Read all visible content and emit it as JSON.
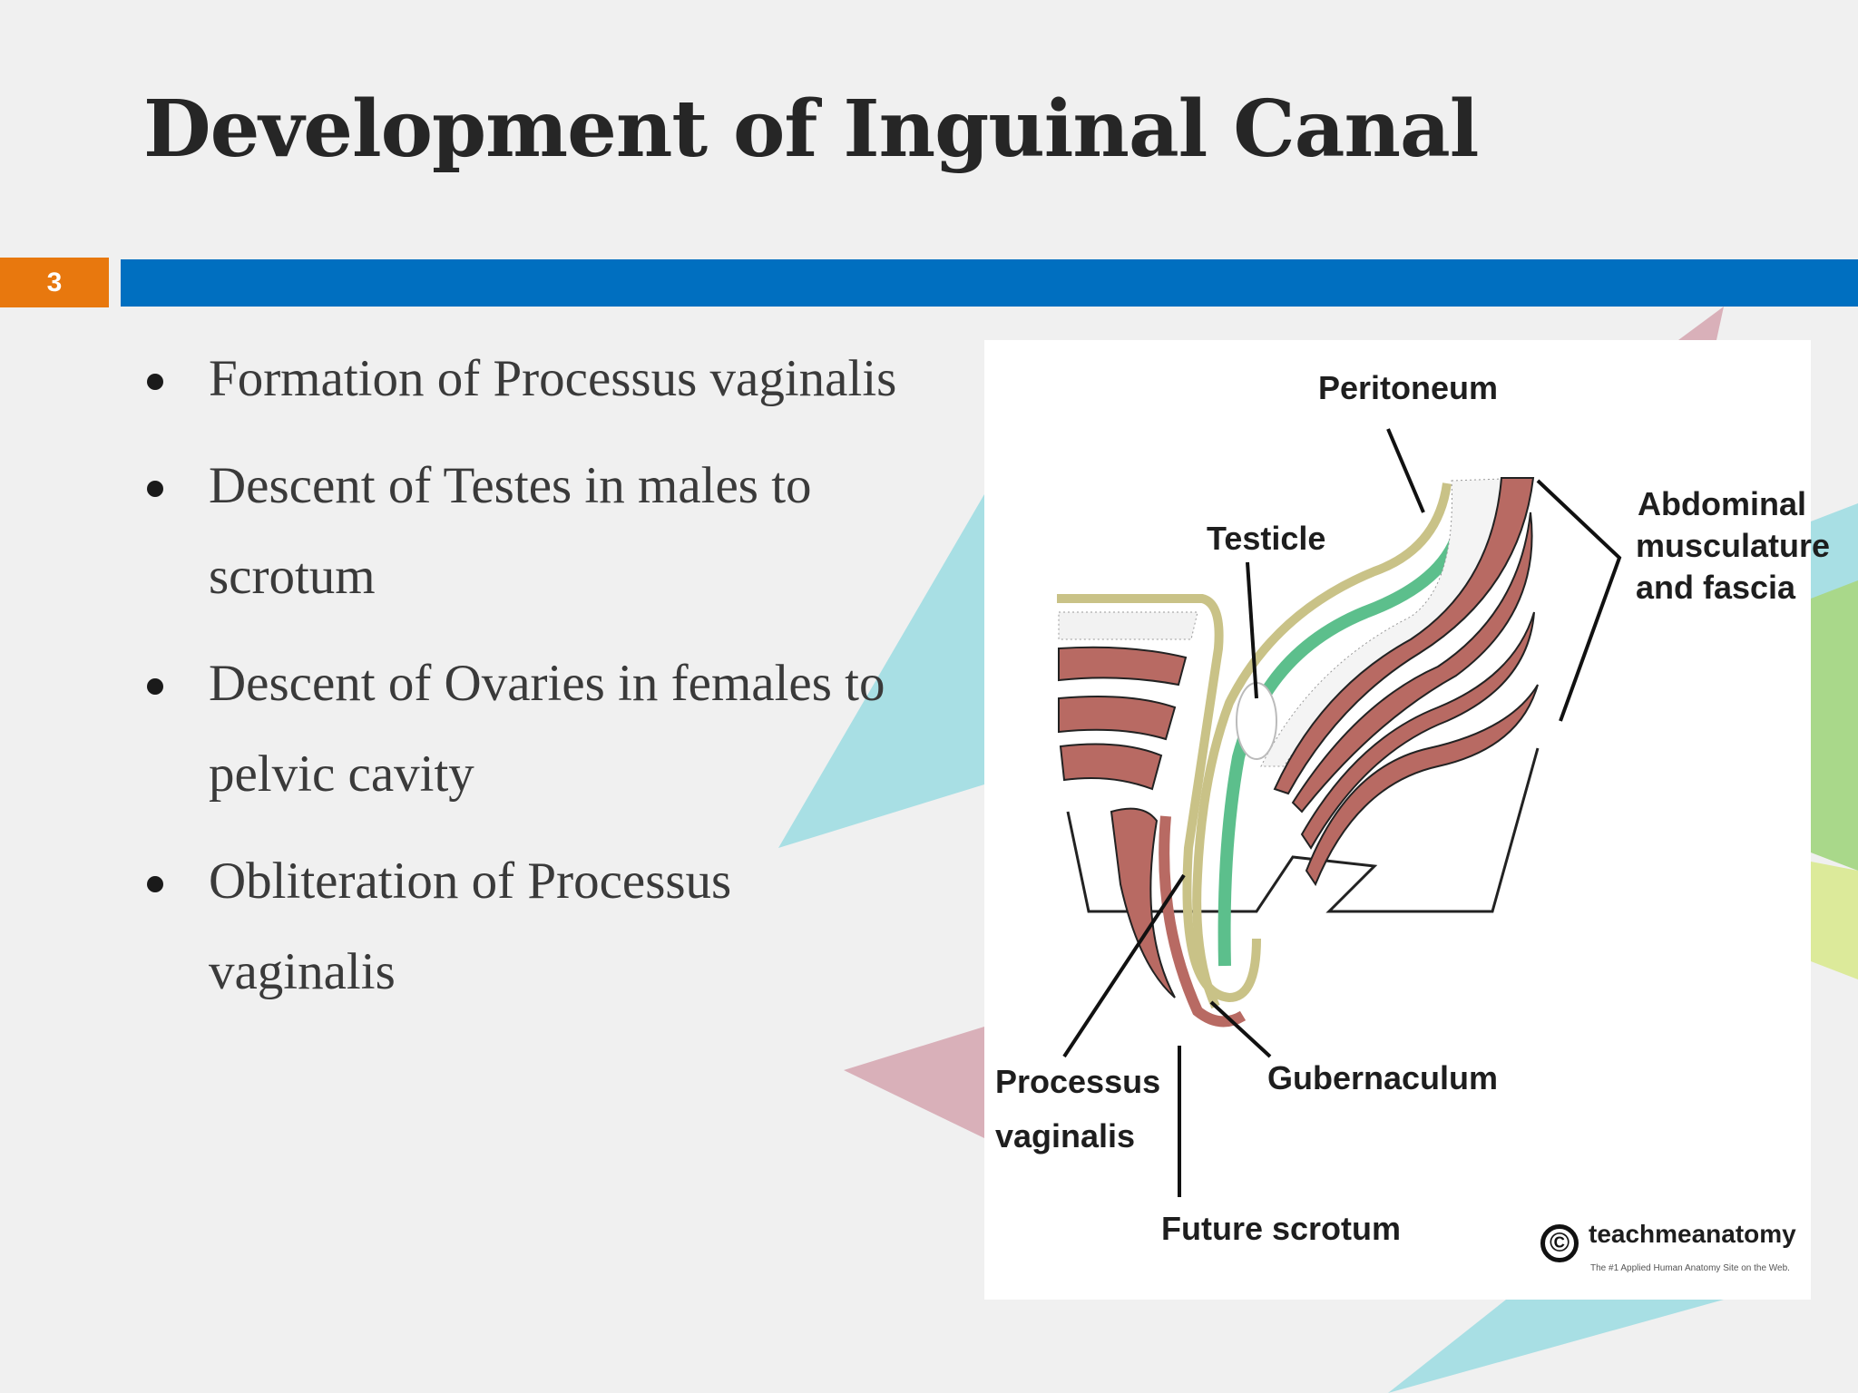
{
  "slide": {
    "title": "Development of Inguinal Canal",
    "number": "3",
    "accent_colors": {
      "number_box": "#e8780e",
      "header_bar": "#006fc0"
    }
  },
  "bullets": [
    {
      "text": "Formation of Processus vaginalis"
    },
    {
      "text": "Descent of Testes in males to scrotum"
    },
    {
      "text": "Descent of Ovaries in females to pelvic cavity"
    },
    {
      "text": "Obliteration of Processus vaginalis"
    }
  ],
  "figure": {
    "labels": {
      "peritoneum": "Peritoneum",
      "testicle": "Testicle",
      "abdominal_1": "Abdominal",
      "abdominal_2": "musculature",
      "abdominal_3": "and fascia",
      "processus_1": "Processus",
      "processus_2": "vaginalis",
      "gubernaculum": "Gubernaculum",
      "future_scrotum": "Future scrotum"
    },
    "copyright_symbol": "©",
    "brand": "teachmeanatomy",
    "tagline": "The #1 Applied Human Anatomy Site on the Web."
  }
}
